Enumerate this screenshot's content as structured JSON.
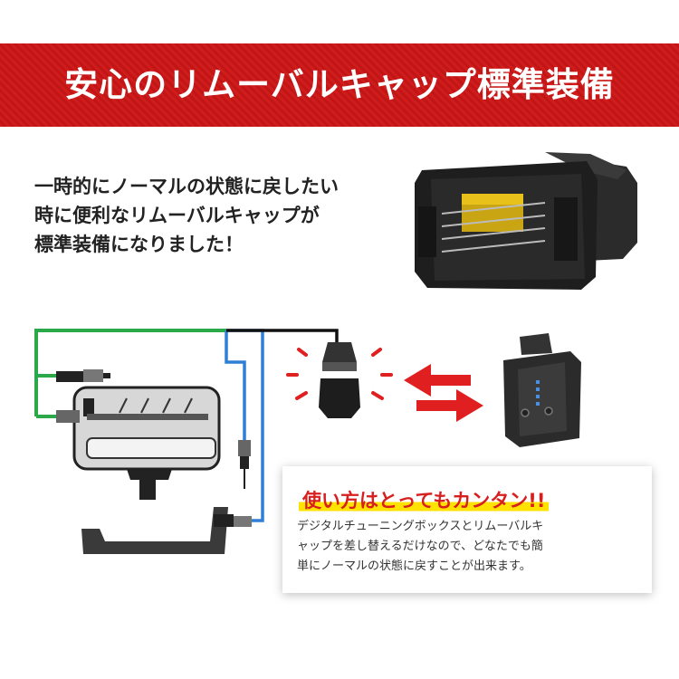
{
  "banner": {
    "title": "安心のリムーバルキャップ標準装備"
  },
  "intro": {
    "lines": [
      "一時的にノーマルの状態に戻したい",
      "時に便利なリムーバルキャップが",
      "標準装備になりました！"
    ]
  },
  "info": {
    "title": "使い方はとってもカンタン!!",
    "lines": [
      "デジタルチューニングボックスとリムーバルキ",
      "ャップを差し替えるだけなので、どなたでも簡",
      "単にノーマルの状態に戻すことが出来ます。"
    ]
  },
  "colors": {
    "banner_red": "#cf1c1c",
    "highlight_yellow": "#ffe200",
    "title_red": "#d81f1f",
    "wire_green": "#2aa84a",
    "wire_blue": "#2f7fd6",
    "arrow_red": "#e02020"
  }
}
